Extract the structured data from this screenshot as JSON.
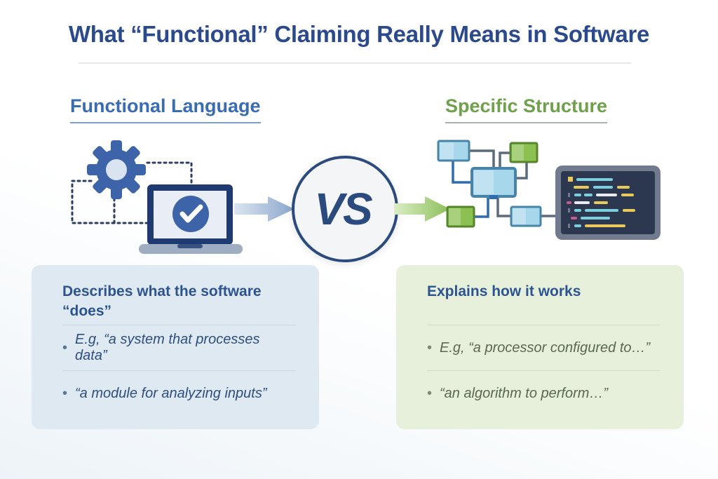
{
  "title": "What “Functional” Claiming Really Means in Software",
  "vs_label": "VS",
  "left": {
    "heading": "Functional Language",
    "icon": "gear-and-laptop-check-icon",
    "card": {
      "heading": "Describes what the software “does”",
      "bullets": [
        "E.g, “a system that processes data”",
        "“a module for analyzing inputs”"
      ]
    }
  },
  "right": {
    "heading": "Specific Structure",
    "icon": "node-diagram-and-code-editor-icon",
    "card": {
      "heading": "Explains how it works",
      "bullets": [
        "E.g, “a processor configured to…”",
        "“an algorithm to perform…”"
      ]
    }
  },
  "colors": {
    "title_blue": "#2b4a8c",
    "title_rule": "#dfe3ea",
    "heading_blue": "#3a6cb4",
    "underline_blue": "#7f9ec6",
    "heading_green": "#6fa04c",
    "underline_gray": "#a9b2ac",
    "card_blue": "#dfe9f2",
    "card_green": "#e7f0da",
    "card_heading_blue": "#2d5492",
    "bullet_blue": "#2d4e80",
    "bullet_green": "#5a6852",
    "divider_blue": "#c9d6e4",
    "divider_green": "#cfdcc2",
    "vs_navy": "#2b4a7e",
    "vs_bg": "#f3f5f7",
    "gear_blue": "#3d64a8",
    "gear_center": "#d9e4f0",
    "dash_navy": "#2c3e63",
    "laptop_navy": "#1f3a70",
    "laptop_screen": "#e9eef6",
    "laptop_base": "#9fadc2",
    "arrow_blue": "#8aa6cc",
    "arrow_green": "#8bbf5a",
    "node_blue": "#a6d7eb",
    "node_blue_stroke": "#4884a8",
    "node_green": "#8cc152",
    "node_green_stroke": "#55862c",
    "line_blue": "#2f6cab",
    "line_gray": "#5b6b7c",
    "code_frame": "#727b8e",
    "code_bg": "#2c3850",
    "code_cyan": "#7ecfdd",
    "code_yellow": "#e8c95a",
    "code_white": "#e8ecf2",
    "code_pink": "#c75b8e"
  }
}
